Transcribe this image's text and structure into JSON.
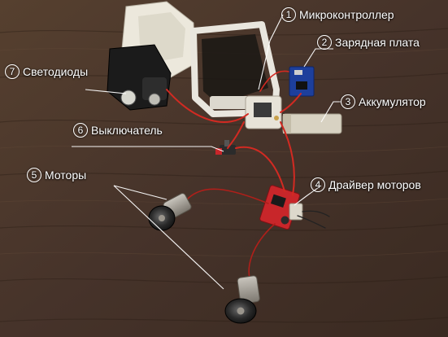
{
  "labels": [
    {
      "num": "1",
      "text": "Микроконтроллер"
    },
    {
      "num": "2",
      "text": "Зарядная плата"
    },
    {
      "num": "3",
      "text": "Аккумулятор"
    },
    {
      "num": "4",
      "text": "Драйвер моторов"
    },
    {
      "num": "5",
      "text": "Моторы"
    },
    {
      "num": "6",
      "text": "Выключатель"
    },
    {
      "num": "7",
      "text": "Светодиоды"
    }
  ],
  "colors": {
    "wood": "#4a3628",
    "label_text": "#ffffff",
    "leader_line": "#ffffff",
    "driver_board": "#c8262a",
    "charger_board": "#1d3f9c",
    "battery": "#d8d2c2",
    "wire_red": "#d22a22",
    "motor_metal": "#9a958c"
  }
}
